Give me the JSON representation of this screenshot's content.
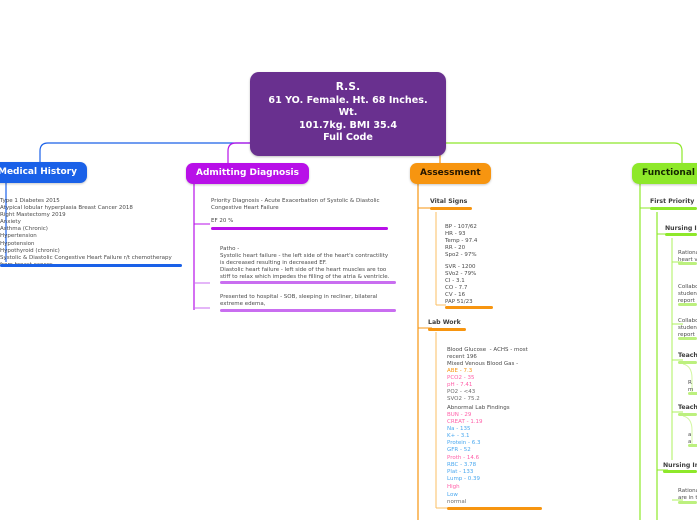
{
  "root": {
    "name": "R.S.",
    "line1": "61 YO. Female. Ht. 68 Inches. Wt.",
    "line2": "101.7kg. BMI 35.4",
    "line3": "Full Code"
  },
  "branches": {
    "medical_history": {
      "label": "Medical History",
      "color": "#1a61e8",
      "items": "Type 1 Diabetes 2015\nAtypical lobular hyperplasia Breast Cancer 2018\nRight Mastectomy 2019\nAnxiety\nAsthma (Chronic)\nHypertension\nHypotension\nHypothyroid (chronic)\nSystolic & Diastolic Congestive Heart Failure r/t chemotherapy\nfrom breast cancer"
    },
    "admitting_diagnosis": {
      "label": "Admitting Diagnosis",
      "color": "#b810e8",
      "priority": "Priority Diagnosis - Acute Exacerbation of Systolic & Diastolic\nCongestive Heart Failure",
      "ef": "EF 20 %",
      "patho": "Patho -\nSystolic heart failure - the left side of the heart's contractility\nis decreased resulting in decreased EF.\nDiastolic heart failure - left side of the heart muscles are too\nstiff to relax which impedes the filling of the atria & ventricle.",
      "presented": "Presented to hospital - SOB, sleeping in recliner, bilateral\nextreme edema,"
    },
    "assessment": {
      "label": "Assessment",
      "color": "#f79510",
      "vital_signs_label": "Vital Signs",
      "vitals_group1": "BP - 107/62\nHR - 93\nTemp - 97.4\nRR - 20\nSpo2 - 97%",
      "vitals_group2": "SVR - 1200\nSVo2 - 79%\nCI - 3.1\nCO - 7.7\nCV - 16\nPAP 51/23",
      "lab_work_label": "Lab Work",
      "glucose": "Blood Glucose  - ACHS - most\nrecent 196",
      "mvbg_label": "Mixed Venous Blood Gas -",
      "mvbg": [
        {
          "text": "ABE - 7.3",
          "state": "orange"
        },
        {
          "text": "PCO2 - 35",
          "state": "high"
        },
        {
          "text": "pH - 7.41",
          "state": "high"
        },
        {
          "text": "PO2 - <43",
          "state": "normal"
        },
        {
          "text": "SVO2 - 75.2",
          "state": "normal"
        }
      ],
      "abnormal_label": "Abnormal Lab Findings",
      "abnormal": [
        {
          "text": "BUN - 29",
          "state": "high"
        },
        {
          "text": "CREAT - 1.19",
          "state": "high"
        },
        {
          "text": "Na - 135",
          "state": "low"
        },
        {
          "text": "K+ - 3.1",
          "state": "low"
        },
        {
          "text": "Protein - 6.3",
          "state": "low"
        },
        {
          "text": "GFR - 52",
          "state": "low"
        },
        {
          "text": "Proth - 14.6",
          "state": "high"
        },
        {
          "text": "RBC - 3.78",
          "state": "low"
        },
        {
          "text": "Plat - 133",
          "state": "low"
        },
        {
          "text": "Lump - 0.39",
          "state": "low"
        }
      ],
      "legend": [
        {
          "text": "High",
          "state": "high"
        },
        {
          "text": "Low",
          "state": "low"
        },
        {
          "text": "normal",
          "state": "normal"
        }
      ]
    },
    "functional_problems": {
      "label": "Functional Prob",
      "color": "#8ee82a",
      "first_priority": "First Priority Prob",
      "nursing_intervention_1": "Nursing Inte",
      "rationale_1": "Rationa\nheart v",
      "collaborate_1": "Collabo\nstudent\nreport",
      "collaborate_2": "Collabo\nstudent\nreport",
      "teaching_1": "Teachin",
      "teaching_1_sub": "R\nm",
      "teaching_2": "Teachin",
      "teaching_2_sub": "a\na",
      "nursing_intervention_2": "Nursing Inte",
      "rationale_2": "Rationa\nare in t"
    }
  }
}
